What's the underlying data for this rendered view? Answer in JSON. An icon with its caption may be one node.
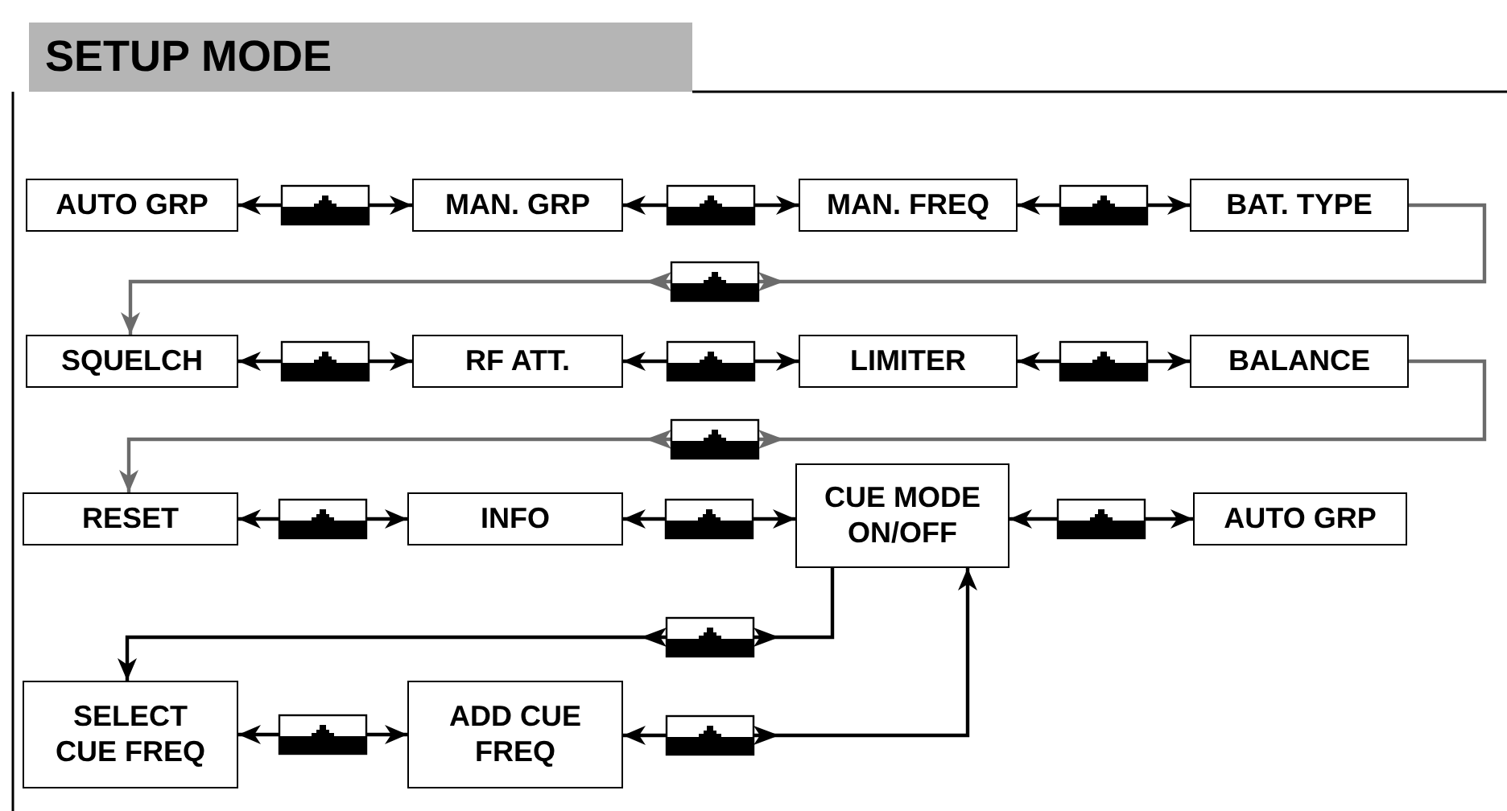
{
  "diagram": {
    "title": "SETUP MODE",
    "nodes": [
      {
        "text": [
          "AUTO GRP"
        ]
      },
      {
        "text": [
          "MAN. GRP"
        ]
      },
      {
        "text": [
          "MAN. FREQ"
        ]
      },
      {
        "text": [
          "BAT. TYPE"
        ]
      },
      {
        "text": [
          "SQUELCH"
        ]
      },
      {
        "text": [
          "RF ATT."
        ]
      },
      {
        "text": [
          "LIMITER"
        ]
      },
      {
        "text": [
          "BALANCE"
        ]
      },
      {
        "text": [
          "RESET"
        ]
      },
      {
        "text": [
          "INFO"
        ]
      },
      {
        "text": [
          "CUE MODE ON/OFF"
        ]
      },
      {
        "text": [
          "AUTO GRP"
        ]
      },
      {
        "text": [
          "SELECT CUE FREQ"
        ]
      },
      {
        "text": [
          "ADD CUE FREQ"
        ]
      }
    ],
    "edges": [
      {
        "from": 0,
        "to": 1,
        "arrow": "both"
      },
      {
        "from": 1,
        "to": 2,
        "arrow": "both"
      },
      {
        "from": 2,
        "to": 3,
        "arrow": "both"
      },
      {
        "from": 3,
        "to": 4,
        "arrow": "to",
        "color": "#6b6b6b"
      },
      {
        "from": 4,
        "to": 5,
        "arrow": "both"
      },
      {
        "from": 5,
        "to": 6,
        "arrow": "both"
      },
      {
        "from": 6,
        "to": 7,
        "arrow": "both"
      },
      {
        "from": 7,
        "to": 8,
        "arrow": "to",
        "color": "#6b6b6b"
      },
      {
        "from": 8,
        "to": 9,
        "arrow": "both"
      },
      {
        "from": 9,
        "to": 10,
        "arrow": "both"
      },
      {
        "from": 10,
        "to": 11,
        "arrow": "both"
      },
      {
        "from": 10,
        "to": 12,
        "arrow": "to"
      },
      {
        "from": 12,
        "to": 13,
        "arrow": "both"
      },
      {
        "from": 13,
        "to": 10,
        "arrow": "both"
      }
    ]
  }
}
